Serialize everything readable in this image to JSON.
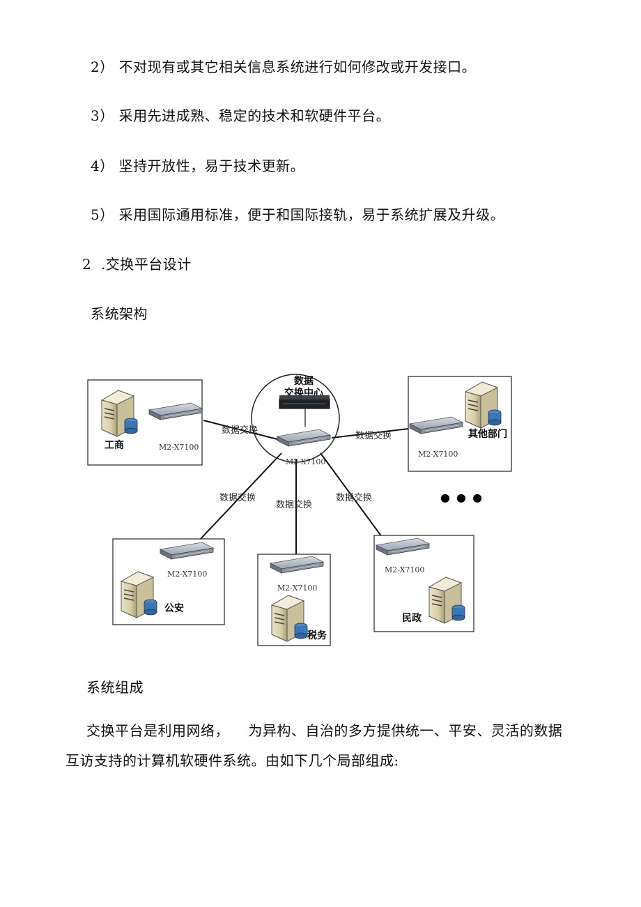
{
  "list_items": [
    "2） 不对现有或其它相关信息系统进行如何修改或开发接口。",
    "3） 采用先进成熟、稳定的技术和软硬件平台。",
    "4） 坚持开放性，易于技术更新。",
    "5） 采用国际通用标准，便于和国际接轨，易于系统扩展及升级。"
  ],
  "section_heading": "2  .交换平台设计",
  "subheading_architecture": "系统架构",
  "diagram": {
    "center_label_1": "数据",
    "center_label_2": "交换中心",
    "device_model": "M2-X7100",
    "edge_label": "数据交换",
    "nodes": {
      "gongshang": "工商",
      "other": "其他部门",
      "gongan": "公安",
      "shuiwu": "税务",
      "minzheng": "民政"
    },
    "ellipsis": "● ● ●"
  },
  "subheading_composition": "系统组成",
  "paragraph_line_1": "交换平台是利用网络，    为异构、自治的多方提供统一、平安、灵活的数据",
  "paragraph_line_2": "互访支持的计算机软硬件系统。由如下几个局部组成:"
}
